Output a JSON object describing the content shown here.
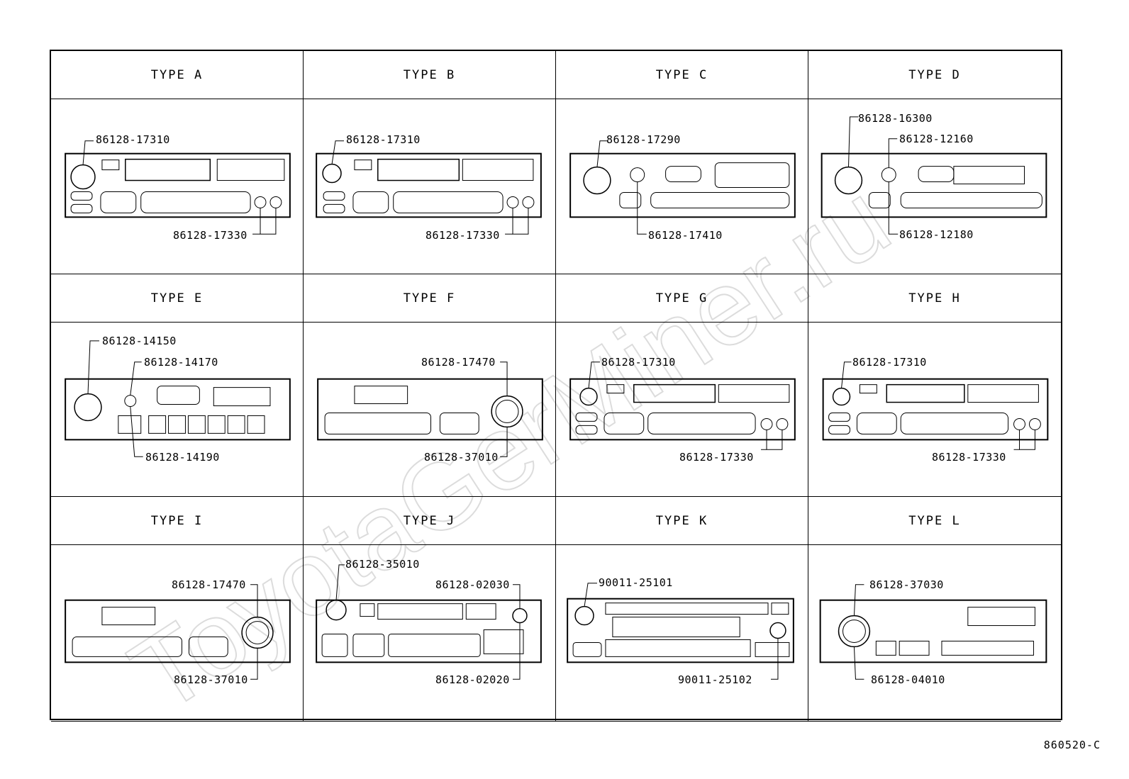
{
  "drawing_ref": "860520-C",
  "watermark": "ToyotaGerMiner.ru",
  "types": [
    {
      "label": "TYPE  A",
      "parts": [
        "86128-17310",
        "86128-17330"
      ]
    },
    {
      "label": "TYPE  B",
      "parts": [
        "86128-17310",
        "86128-17330"
      ]
    },
    {
      "label": "TYPE  C",
      "parts": [
        "86128-17290",
        "86128-17410"
      ]
    },
    {
      "label": "TYPE  D",
      "parts": [
        "86128-16300",
        "86128-12160",
        "86128-12180"
      ]
    },
    {
      "label": "TYPE  E",
      "parts": [
        "86128-14150",
        "86128-14170",
        "86128-14190"
      ]
    },
    {
      "label": "TYPE  F",
      "parts": [
        "86128-17470",
        "86128-37010"
      ]
    },
    {
      "label": "TYPE  G",
      "parts": [
        "86128-17310",
        "86128-17330"
      ]
    },
    {
      "label": "TYPE  H",
      "parts": [
        "86128-17310",
        "86128-17330"
      ]
    },
    {
      "label": "TYPE  I",
      "parts": [
        "86128-17470",
        "86128-37010"
      ]
    },
    {
      "label": "TYPE  J",
      "parts": [
        "86128-35010",
        "86128-02030",
        "86128-02020"
      ]
    },
    {
      "label": "TYPE  K",
      "parts": [
        "90011-25101",
        "90011-25102"
      ]
    },
    {
      "label": "TYPE  L",
      "parts": [
        "86128-37030",
        "86128-04010"
      ]
    }
  ]
}
